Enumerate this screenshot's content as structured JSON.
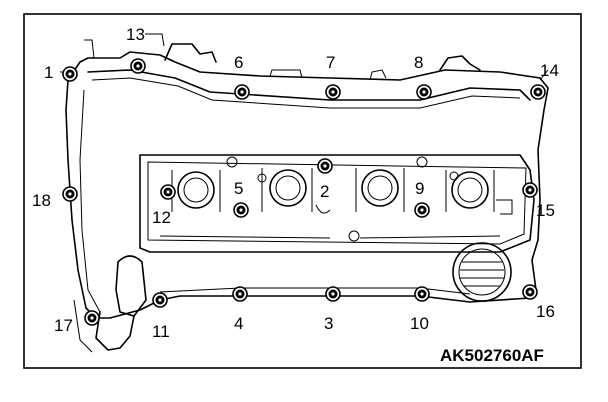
{
  "figure_code": "AK502760AF",
  "bolt_labels": [
    "1",
    "2",
    "3",
    "4",
    "5",
    "6",
    "7",
    "8",
    "9",
    "10",
    "11",
    "12",
    "13",
    "14",
    "15",
    "16",
    "17",
    "18"
  ]
}
